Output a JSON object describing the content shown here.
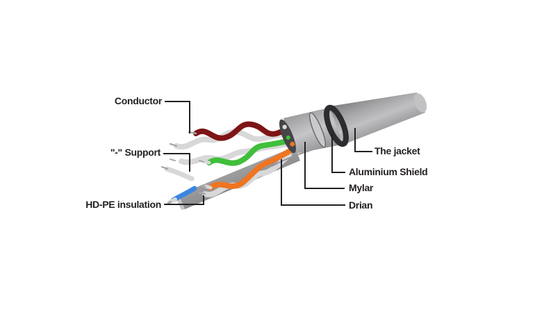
{
  "background": "#ffffff",
  "colors": {
    "text": "#231f20",
    "leader_line": "#231f20",
    "jacket_gray": "#a6a6a8",
    "mylar_gray": "#b8b8ba",
    "support_gray": "#a0a0a2",
    "shield_ring": "#2d2d2f",
    "open_end_dark": "#454547",
    "wire_brown": "#7e1416",
    "wire_green": "#3fbf3b",
    "wire_orange": "#ee7522",
    "wire_blue": "#3c86e2",
    "wire_white": "#d8d8da",
    "drain_gray": "#96969a"
  },
  "labels": {
    "conductor": "Conductor",
    "support": "\"-\" Support",
    "hdpe_insulation": "HD-PE insulation",
    "jacket": "The jacket",
    "aluminium_shield": "Aluminium Shield",
    "mylar": "Mylar",
    "drian": "Drian"
  }
}
